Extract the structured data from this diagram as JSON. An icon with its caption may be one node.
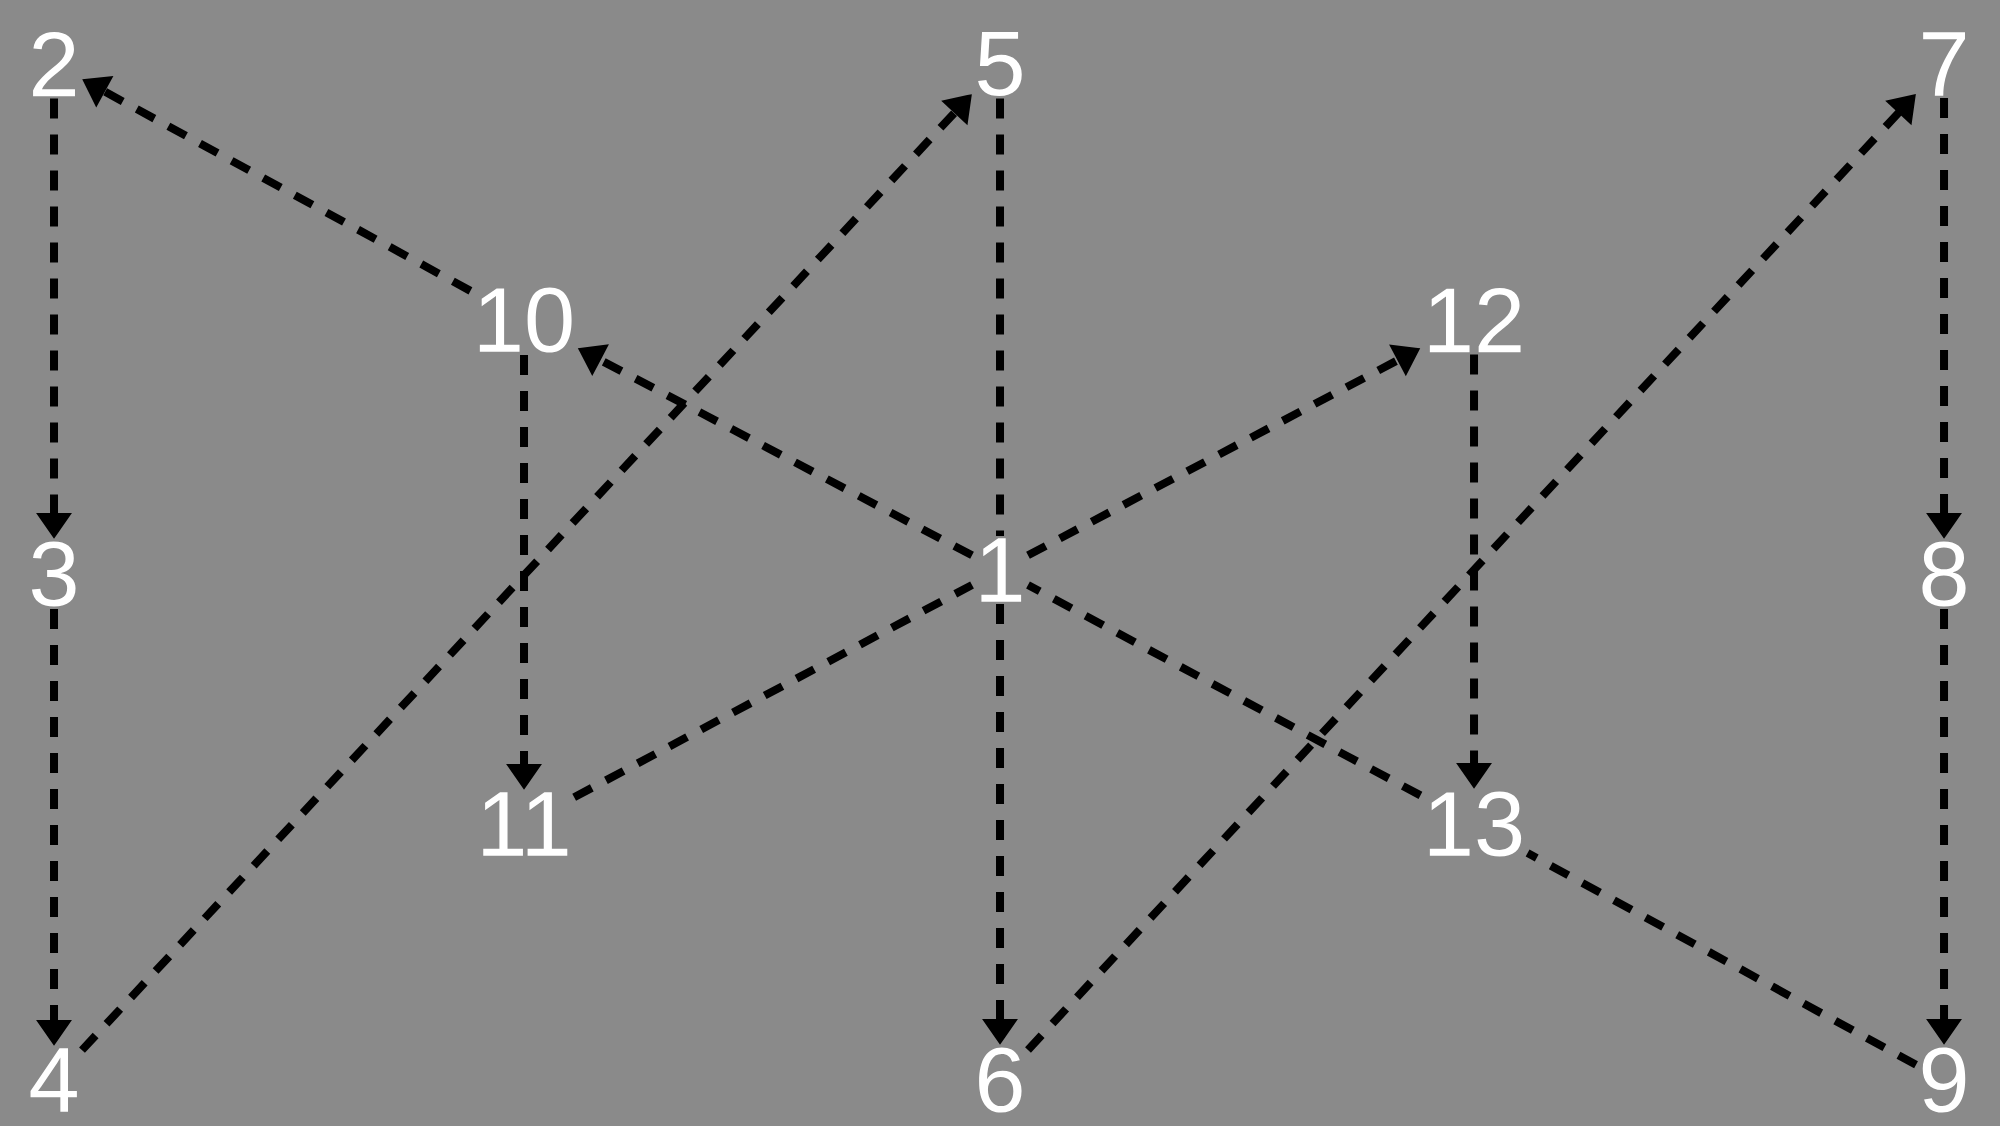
{
  "diagram": {
    "nodes": [
      {
        "text": [
          "1"
        ]
      },
      {
        "text": [
          "2"
        ]
      },
      {
        "text": [
          "3"
        ]
      },
      {
        "text": [
          "4"
        ]
      },
      {
        "text": [
          "5"
        ]
      },
      {
        "text": [
          "6"
        ]
      },
      {
        "text": [
          "7"
        ]
      },
      {
        "text": [
          "8"
        ]
      },
      {
        "text": [
          "9"
        ]
      },
      {
        "text": [
          "10"
        ]
      },
      {
        "text": [
          "11"
        ]
      },
      {
        "text": [
          "12"
        ]
      },
      {
        "text": [
          "13"
        ]
      }
    ],
    "edges": [
      {
        "from": 9,
        "to": 1,
        "arrow": "to"
      },
      {
        "from": 1,
        "to": 2,
        "arrow": "to"
      },
      {
        "from": 2,
        "to": 3,
        "arrow": "to"
      },
      {
        "from": 3,
        "to": 4,
        "arrow": "to"
      },
      {
        "from": 4,
        "to": 0,
        "arrow": "none"
      },
      {
        "from": 0,
        "to": 5,
        "arrow": "to"
      },
      {
        "from": 5,
        "to": 6,
        "arrow": "to"
      },
      {
        "from": 6,
        "to": 7,
        "arrow": "to"
      },
      {
        "from": 7,
        "to": 8,
        "arrow": "to"
      },
      {
        "from": 8,
        "to": 12,
        "arrow": "none"
      },
      {
        "from": 12,
        "to": 0,
        "arrow": "none"
      },
      {
        "from": 0,
        "to": 9,
        "arrow": "to"
      },
      {
        "from": 9,
        "to": 10,
        "arrow": "to"
      },
      {
        "from": 10,
        "to": 0,
        "arrow": "none"
      },
      {
        "from": 0,
        "to": 11,
        "arrow": "to"
      },
      {
        "from": 11,
        "to": 12,
        "arrow": "to"
      }
    ]
  }
}
